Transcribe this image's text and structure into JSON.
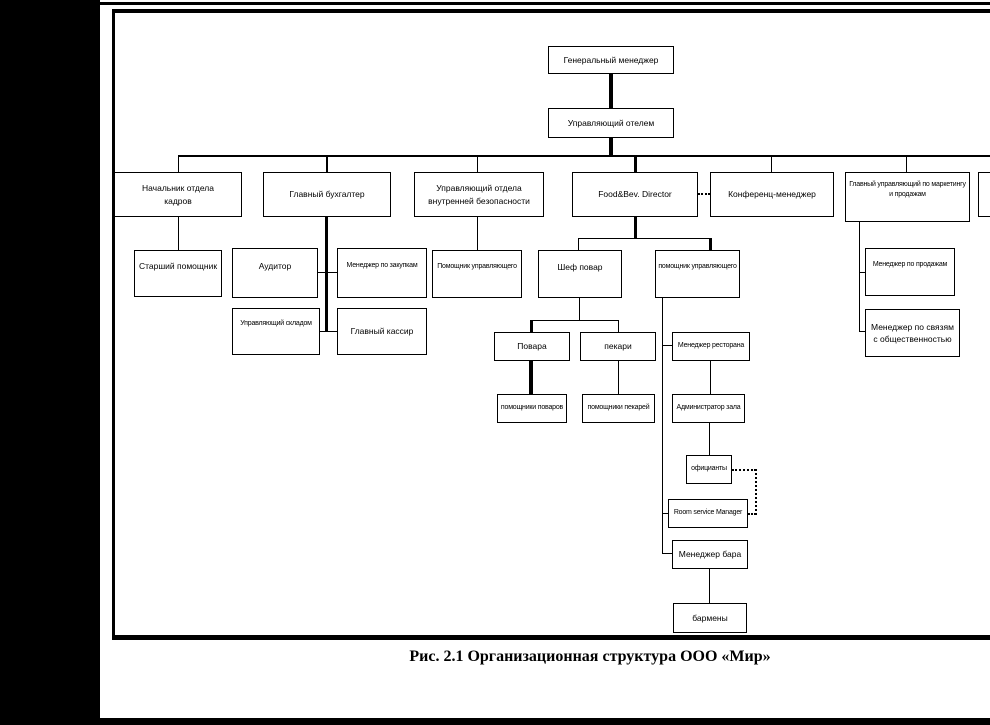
{
  "figure": {
    "caption": "Рис. 2.1 Организационная структура ООО «Мир»"
  },
  "colors": {
    "line": "#000000",
    "background": "#ffffff",
    "margin_band": "#000000"
  },
  "nodes": {
    "general_manager": {
      "label": "Генеральный менеджер"
    },
    "hotel_manager": {
      "label": "Управляющий отелем"
    },
    "hr_head": {
      "label": "Начальник отдела\nкадров"
    },
    "chief_accountant": {
      "label": "Главный бухгалтер"
    },
    "security_head": {
      "label": "Управляющий отдела\nвнутренней безопасности"
    },
    "fb_director": {
      "label": "Food&Bev. Director"
    },
    "conference_manager": {
      "label": "Конференц-менеджер"
    },
    "marketing_head": {
      "label": "Главный управляющий по маркетингу\nи продажам"
    },
    "senior_assistant": {
      "label": "Старший помощник"
    },
    "auditor": {
      "label": "Аудитор"
    },
    "procurement_manager": {
      "label": "Менеджер по закупкам"
    },
    "warehouse_manager": {
      "label": "Управляющий складом"
    },
    "chief_cashier": {
      "label": "Главный кассир"
    },
    "security_assistant": {
      "label": "Помощник управляющего"
    },
    "chef": {
      "label": "Шеф повар"
    },
    "fb_assistant": {
      "label": "помощник управляющего"
    },
    "sales_manager": {
      "label": "Менеджер по продажам"
    },
    "pr_manager": {
      "label": "Менеджер по связям\nс общественностью"
    },
    "cooks": {
      "label": "Повара"
    },
    "bakers": {
      "label": "пекари"
    },
    "restaurant_manager": {
      "label": "Менеджер ресторана"
    },
    "cook_assistants": {
      "label": "помощники поваров"
    },
    "baker_assistants": {
      "label": "помощники пекарей"
    },
    "hall_administrator": {
      "label": "Администратор зала"
    },
    "waiters": {
      "label": "официанты"
    },
    "room_service_manager": {
      "label": "Room service Manager"
    },
    "bar_manager": {
      "label": "Менеджер бара"
    },
    "barmen": {
      "label": "бармены"
    },
    "clipped_box": {
      "label": ""
    }
  }
}
